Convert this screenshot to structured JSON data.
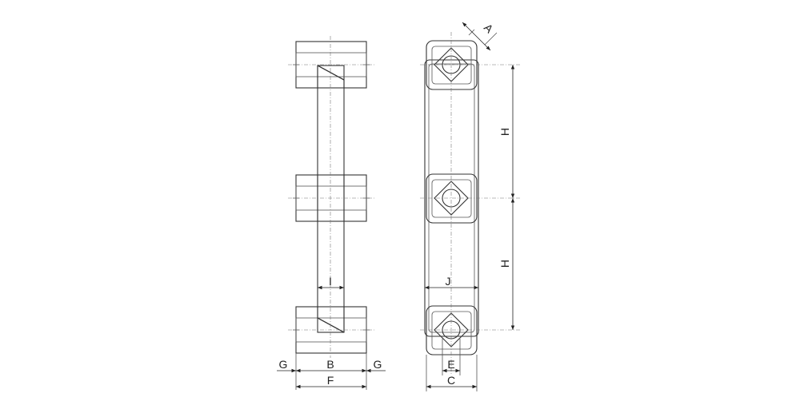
{
  "labels": {
    "A": "A",
    "B": "B",
    "C": "C",
    "E": "E",
    "F": "F",
    "G_left": "G",
    "G_right": "G",
    "H_upper": "H",
    "H_lower": "H",
    "I": "I",
    "J": "J"
  },
  "colors": {
    "line": "#333333",
    "background": "#ffffff"
  }
}
